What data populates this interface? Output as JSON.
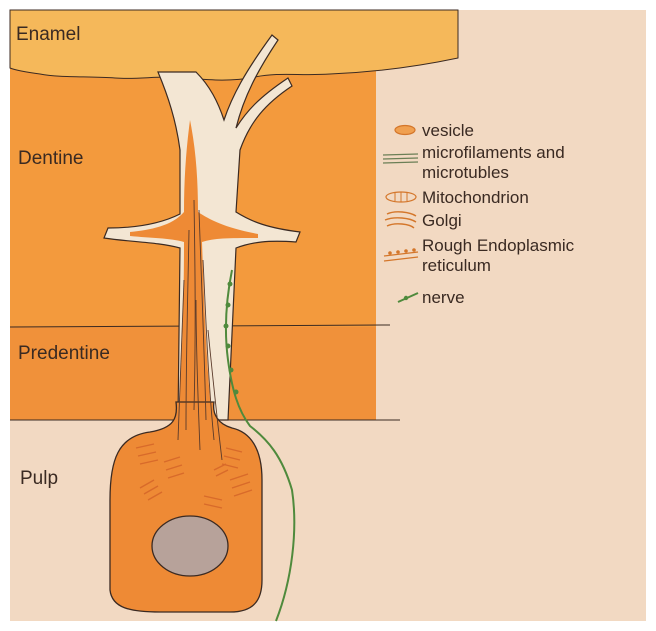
{
  "regions": {
    "enamel": "Enamel",
    "dentine": "Dentine",
    "predentine": "Predentine",
    "pulp": "Pulp"
  },
  "legend": [
    {
      "icon": "vesicle-icon",
      "lines": [
        "vesicle"
      ]
    },
    {
      "icon": "microfilaments-icon",
      "lines": [
        "microfilaments and",
        "microtubles"
      ]
    },
    {
      "icon": "mitochondrion-icon",
      "lines": [
        "Mitochondrion"
      ]
    },
    {
      "icon": "golgi-icon",
      "lines": [
        "Golgi"
      ]
    },
    {
      "icon": "rough-er-icon",
      "lines": [
        "Rough Endoplasmic",
        "reticulum"
      ]
    },
    {
      "icon": "nerve-icon",
      "lines": [
        "nerve"
      ]
    }
  ],
  "colors": {
    "background": "#f2d9c2",
    "enamel": "#f5b85a",
    "dentine": "#f39a3d",
    "predentine": "#f0913a",
    "cell": "#ee8a35",
    "tubule": "#f3e6d3",
    "nucleus": "#b7a29a",
    "nerve": "#4f8a3c",
    "outline": "#3b2a22"
  }
}
